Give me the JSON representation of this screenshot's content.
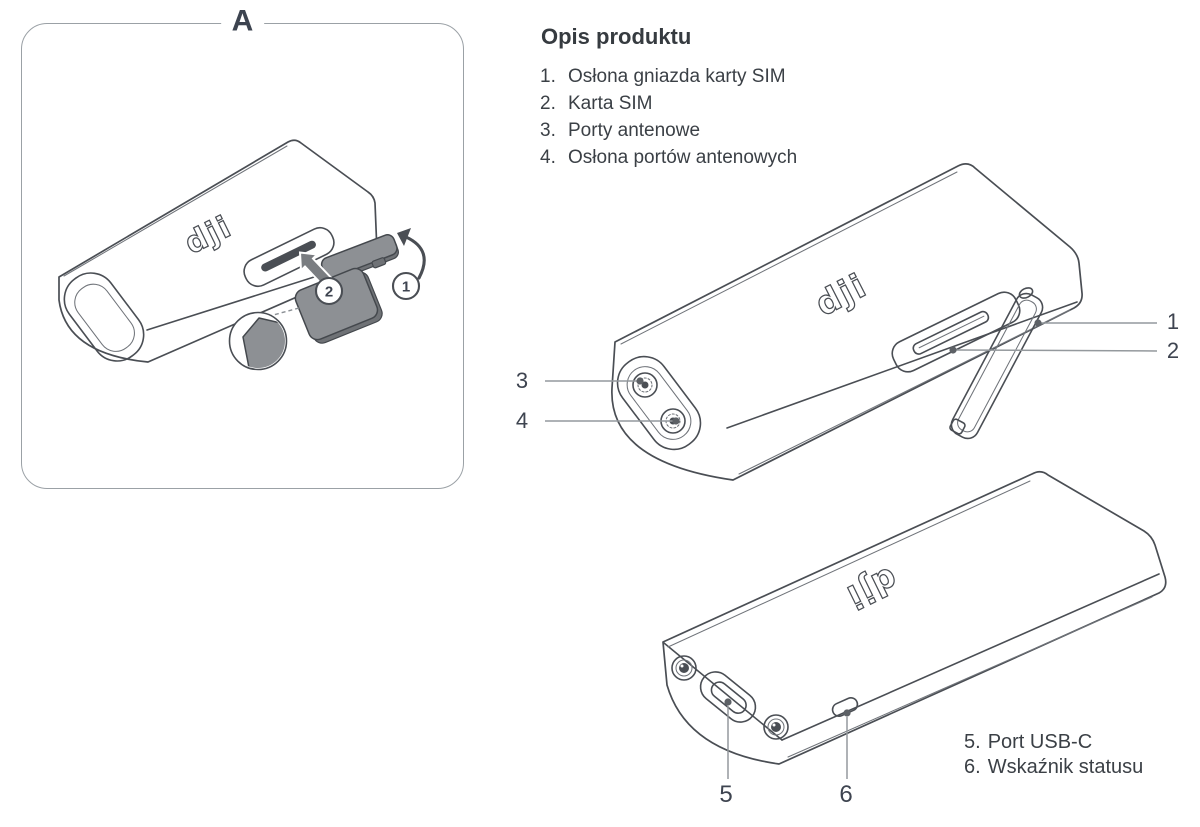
{
  "box_a": {
    "label": "A"
  },
  "brand": {
    "logo": "dji"
  },
  "description": {
    "title": "Opis produktu",
    "items": [
      {
        "num": "1.",
        "text": "Osłona gniazda karty SIM"
      },
      {
        "num": "2.",
        "text": "Karta SIM"
      },
      {
        "num": "3.",
        "text": "Porty antenowe"
      },
      {
        "num": "4.",
        "text": "Osłona portów antenowych"
      }
    ]
  },
  "steps": {
    "s1": "1",
    "s2": "2"
  },
  "callouts": {
    "c1": "1",
    "c2": "2",
    "c3": "3",
    "c4": "4",
    "c5": "5",
    "c6": "6"
  },
  "port_labels": {
    "items": [
      {
        "num": "5.",
        "text": "Port USB-C"
      },
      {
        "num": "6.",
        "text": "Wskaźnik statusu"
      }
    ]
  },
  "colors": {
    "line": "#4a4e54",
    "gray_fill": "#8d9094",
    "leader_line": "#94999d",
    "text": "#3b4046",
    "box_border": "#9ba1a6"
  }
}
